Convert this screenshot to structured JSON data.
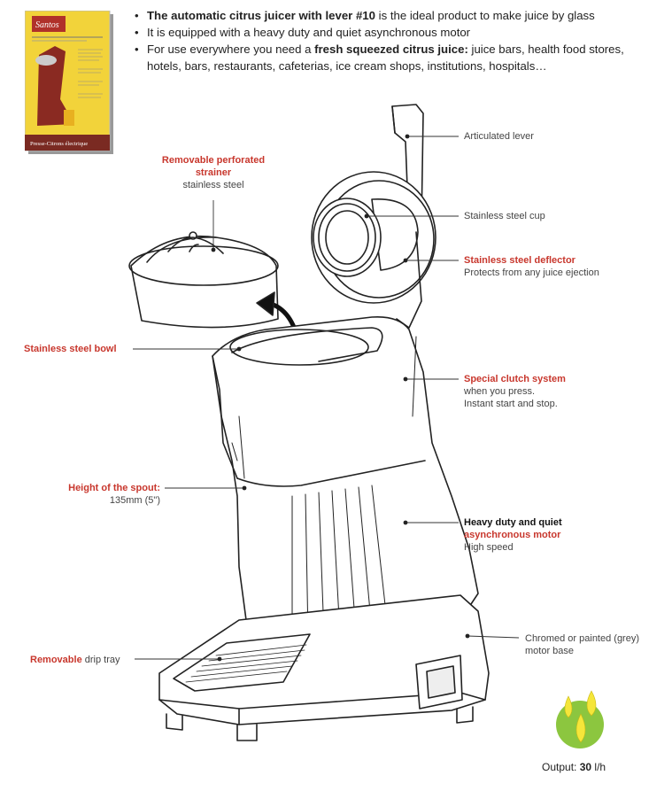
{
  "bullets": [
    {
      "bold": "The automatic citrus juicer with lever #10",
      "rest": " is the ideal product to make juice by glass"
    },
    {
      "bold": "",
      "rest": "It is equipped with a heavy duty and quiet asynchronous motor"
    },
    {
      "bold": "",
      "rest": "For use everywhere you need a ",
      "bold2": "fresh squeezed citrus juice:",
      "rest2": " juice bars, health food stores,"
    },
    {
      "bold": "",
      "rest": "hotels, bars, restaurants, cafeterias, ice cream shops, institutions, hospitals…"
    }
  ],
  "cover": {
    "brand": "Santos",
    "footer": "Presse-Citrons électrique"
  },
  "labels": {
    "strainer_red": "Removable perforated",
    "strainer_red2": "strainer",
    "strainer_sub": "stainless steel",
    "lever": "Articulated lever",
    "cup": "Stainless steel cup",
    "deflector_red": "Stainless steel deflector",
    "deflector_sub": "Protects from any juice ejection",
    "bowl_red": "Stainless steel bowl",
    "clutch_red": "Special clutch system",
    "clutch_sub1": "when you press.",
    "clutch_sub2": "Instant start and stop.",
    "spout_red": "Height of the spout:",
    "spout_sub": "135mm (5\")",
    "motor_blk": "Heavy duty and quiet",
    "motor_red": "asynchronous motor",
    "motor_sub": "High speed",
    "base1": "Chromed or painted (grey)",
    "base2": "motor base",
    "drip_red": "Removable",
    "drip_sub": " drip tray"
  },
  "output": {
    "label": "Output: ",
    "value": "30",
    "unit": " l/h"
  },
  "colors": {
    "accent_red": "#c8372d",
    "cover_yellow": "#f2d33a",
    "drop_green": "#8cc63f",
    "drop_yellow": "#f5e63a"
  }
}
